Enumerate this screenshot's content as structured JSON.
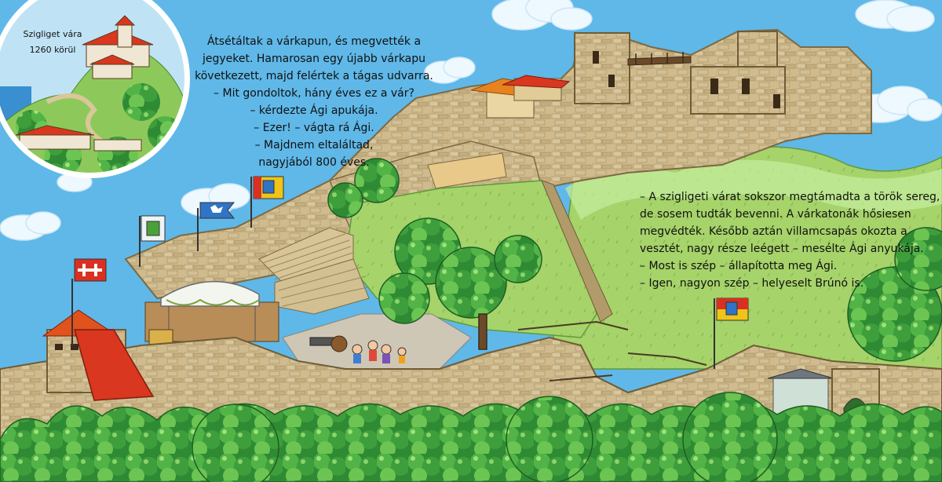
{
  "inset": {
    "caption_line1": "Szigliget vára",
    "caption_line2": "1260 körül"
  },
  "story_left": {
    "lines": [
      "Átsétáltak a várkapun, és megvették a",
      "jegyeket. Hamarosan egy újabb várkapu",
      "következett, majd felértek a tágas udvarra.",
      "– Mit gondoltok, hány éves ez a vár?",
      "– kérdezte Ági apukája.",
      "– Ezer! – vágta rá Ági.",
      "– Majdnem eltaláltad,",
      "nagyjából 800 éves."
    ]
  },
  "story_right": {
    "lines": [
      "– A szigligeti várat sokszor megtámadta a török sereg,",
      "de sosem tudták bevenni. A várkatonák hősiesen",
      "megvédték. Később aztán villamcsapás okozta a",
      "vesztét, nagy része leégett – mesélte Ági anyukája.",
      "– Most is szép – állapította meg Ági.",
      "– Igen, nagyon szép – helyeselt Brúnó is."
    ]
  },
  "colors": {
    "sky": "#5fb8e8",
    "stone": "#cdb98c",
    "grass": "#a8d46a",
    "tree": "#3e9a3a",
    "roof": "#d9371f"
  },
  "icons": [
    "flag-icon",
    "tree-icon",
    "cloud-icon",
    "tent-icon"
  ]
}
